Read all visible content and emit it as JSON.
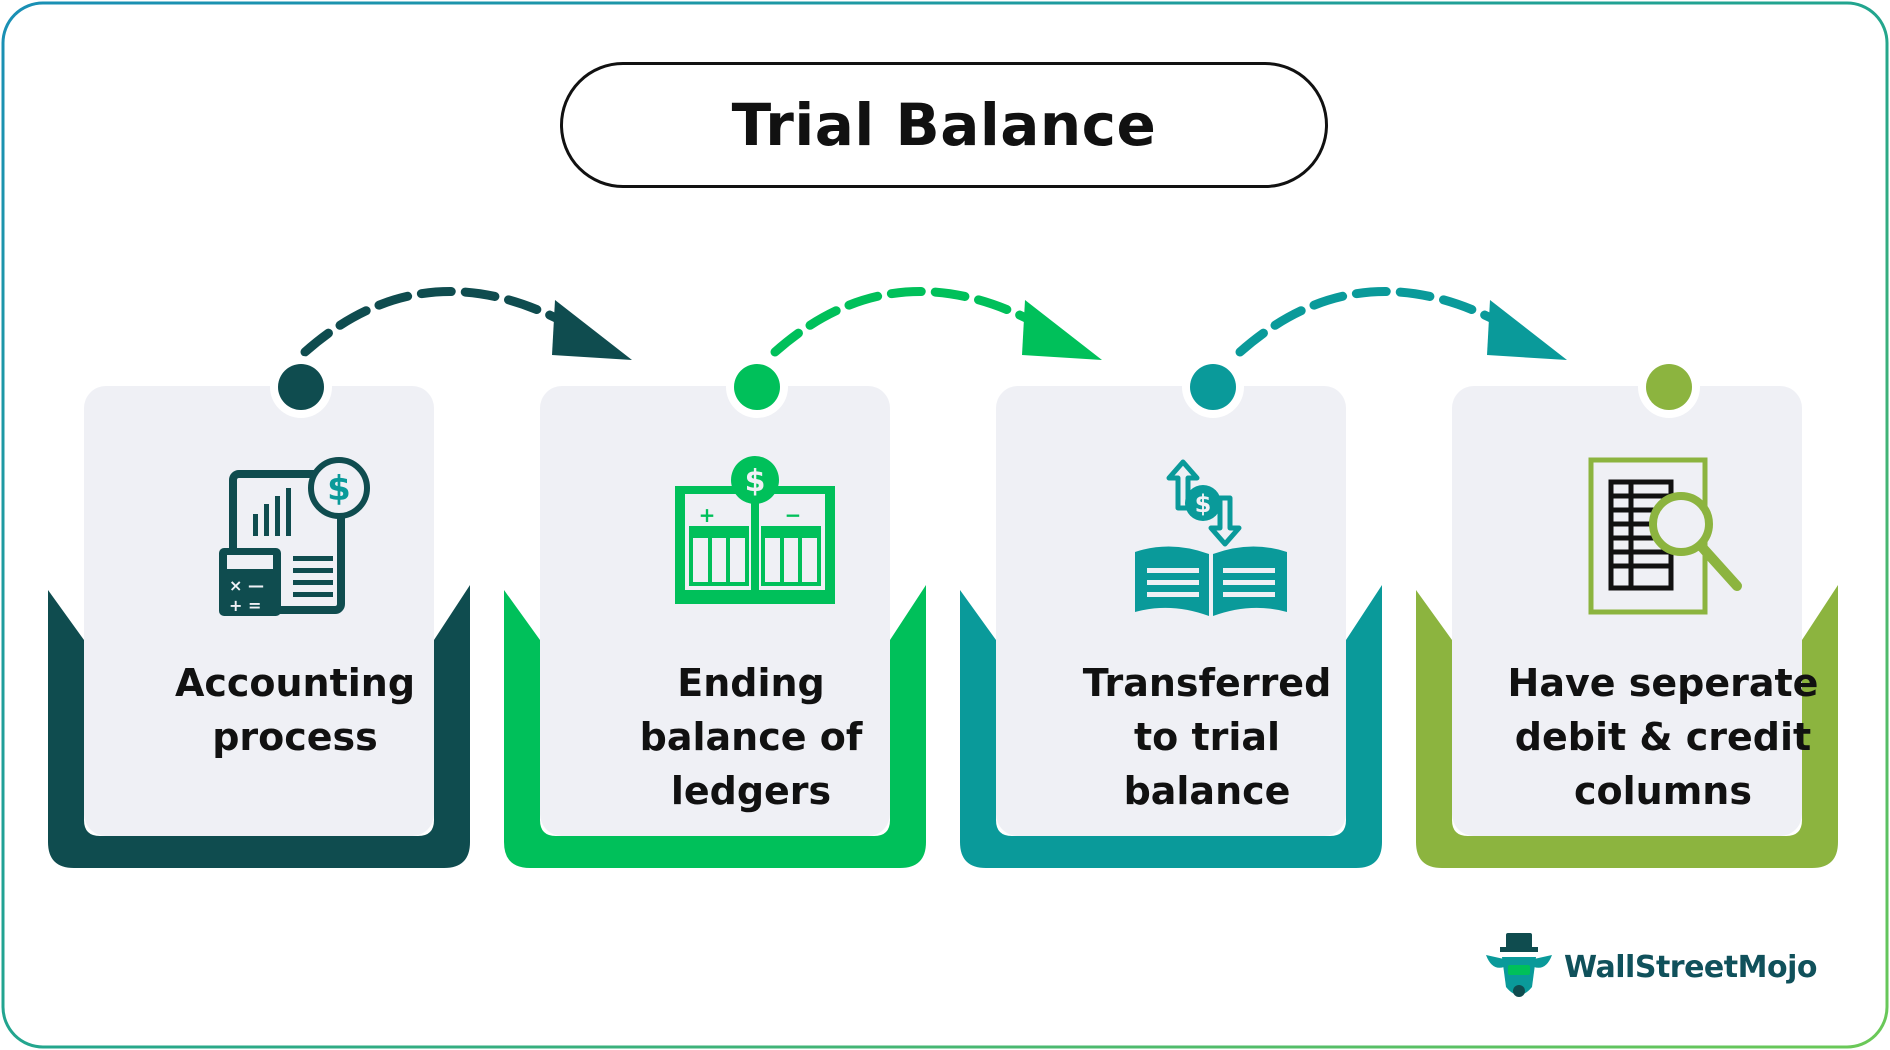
{
  "title": "Trial Balance",
  "colors": {
    "step1": "#0f4c4f",
    "step2": "#00c05a",
    "step3": "#0a9a9a",
    "step4": "#8cb43f",
    "card": "#eff0f5",
    "frame_start": "#1a8fb5",
    "frame_end": "#6bc957"
  },
  "steps": [
    {
      "label_lines": [
        "Accounting",
        "process"
      ],
      "icon": "report-calculator-icon"
    },
    {
      "label_lines": [
        "Ending",
        "balance of",
        "ledgers"
      ],
      "icon": "ledger-book-icon"
    },
    {
      "label_lines": [
        "Transferred",
        "to trial",
        "balance"
      ],
      "icon": "book-transfer-icon"
    },
    {
      "label_lines": [
        "Have seperate",
        "debit & credit",
        "columns"
      ],
      "icon": "document-magnifier-icon"
    }
  ],
  "brand": {
    "name": "WallStreetMojo",
    "logo": "bull-logo-icon"
  }
}
